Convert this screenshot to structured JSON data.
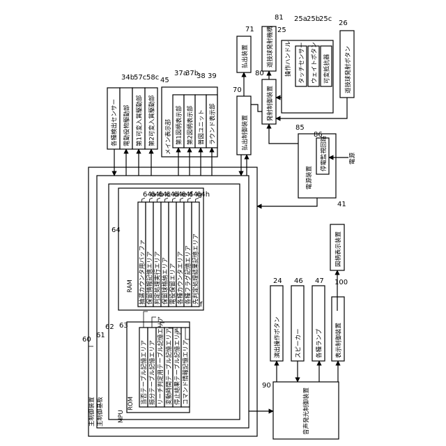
{
  "main_control": {
    "ref": "60",
    "label": "主制御装置",
    "board_ref": "61",
    "board_label": "主制御基板",
    "mpu_ref": "62",
    "mpu_label": "MPU",
    "rom": {
      "ref": "63",
      "label": "ROM",
      "areas": [
        {
          "ref": "63a",
          "label": "当否テーブル記憶エリア"
        },
        {
          "ref": "63b",
          "label": "振分テーブル記憶エリア"
        },
        {
          "ref": "63c",
          "label": "リーチ判定用テーブル記憶エリア"
        },
        {
          "ref": "63d",
          "label": "変動時間テーブル記憶エリア"
        },
        {
          "ref": "63e",
          "label": "停止結果テーブル記憶エリア"
        },
        {
          "ref": "63f",
          "label": "コマンド情報記憶エリア"
        }
      ]
    },
    "ram": {
      "ref": "64",
      "label": "RAM",
      "areas": [
        {
          "ref": "64a",
          "label": "抽選カウンタ用バッファ"
        },
        {
          "ref": "64b",
          "label": "保留情報記憶エリア"
        },
        {
          "ref": "64c",
          "label": "判定処理実行エリア"
        },
        {
          "ref": "64d",
          "label": "保留球格納エリア"
        },
        {
          "ref": "64e",
          "label": "電役保留エリア"
        },
        {
          "ref": "64f",
          "label": "各種カウンタエリア"
        },
        {
          "ref": "64g",
          "label": "各種フラグ記憶エリア"
        },
        {
          "ref": "64h",
          "label": "先判定処理結果記憶エリア"
        }
      ]
    }
  },
  "top_devices": [
    {
      "ref": "",
      "label": "各種検出センサー"
    },
    {
      "ref": "34b",
      "label": "電動役物駆動部"
    },
    {
      "ref": "57c",
      "label": "第1可変入賞駆動部"
    },
    {
      "ref": "58c",
      "label": "第2可変入賞駆動部"
    }
  ],
  "main_display": {
    "ref": "45",
    "label": "メイン表示部",
    "items": [
      {
        "ref": "37a",
        "label": "第1図柄表示部"
      },
      {
        "ref": "37b",
        "label": "第2図柄表示部"
      },
      {
        "ref": "38",
        "label": "普図ユニット"
      },
      {
        "ref": "39",
        "label": "ラウンド表示部"
      }
    ]
  },
  "payout_control": {
    "ref": "70",
    "label": "払出制御装置"
  },
  "payout_device": {
    "ref": "71",
    "label": "払出装置"
  },
  "launch_control": {
    "ref": "80",
    "label": "発射制御装置"
  },
  "launch_mechanism": {
    "ref": "81",
    "label": "遊技球発射機構"
  },
  "operation_handle": {
    "ref": "25",
    "label": "操作ハンドル",
    "items": [
      {
        "ref": "25a",
        "label": "タッチセンサー"
      },
      {
        "ref": "25b",
        "label": "ウェイトボタン"
      },
      {
        "ref": "25c",
        "label": "可変抵抗器"
      }
    ]
  },
  "stop_button": {
    "ref": "26",
    "label": "遊技球発射ボタン"
  },
  "power_device": {
    "ref": "85",
    "label": "電源装置"
  },
  "outage_circuit": {
    "ref": "86",
    "label": "停電監視回路"
  },
  "power_source_label": "電源",
  "sound_light_control": {
    "ref": "90",
    "label": "音声発光制御装置"
  },
  "bottom_devices": [
    {
      "ref": "24",
      "label": "演出操作ボタン"
    },
    {
      "ref": "46",
      "label": "スピーカー"
    },
    {
      "ref": "47",
      "label": "各種ランプ"
    },
    {
      "ref": "100",
      "label": "表示制御装置"
    }
  ],
  "symbol_display": {
    "ref": "41",
    "label": "図柄表示装置"
  }
}
